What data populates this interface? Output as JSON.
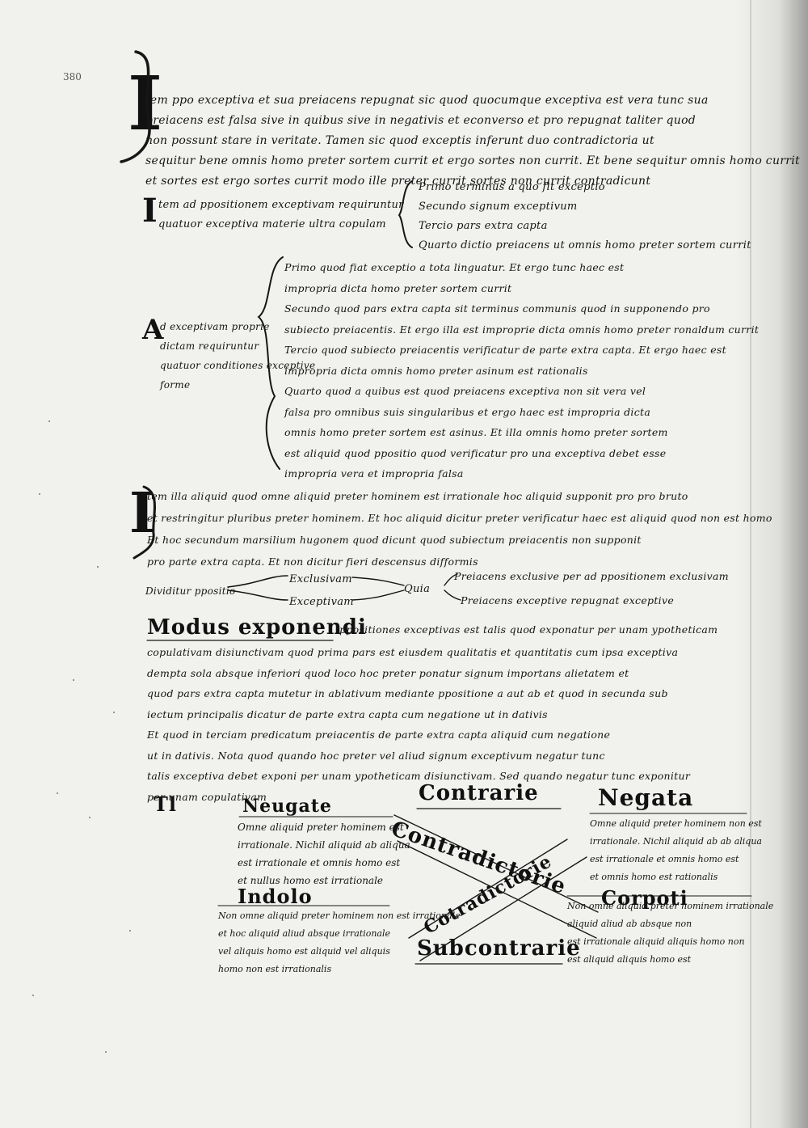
{
  "folio": "380",
  "para1": {
    "initial": "I",
    "lines": [
      "tem ppo exceptiva et sua preiacens repugnat sic quod quocumque exceptiva est vera tunc sua",
      "preiacens est falsa sive in quibus sive in negativis et econverso et pro repugnat taliter quod",
      "non possunt stare in veritate. Tamen sic quod exceptis inferunt duo contradictoria ut",
      "sequitur bene omnis homo preter sortem currit et ergo sortes non currit. Et bene sequitur omnis homo currit",
      "et sortes est ergo sortes currit modo ille preter currit sortes non currit contradicunt"
    ]
  },
  "para2": {
    "initial": "I",
    "left_lines": [
      "tem ad ppositionem exceptivam requiruntur",
      "quatuor exceptiva materie ultra copulam"
    ],
    "right_lines": [
      "Primo terminus a quo fit exceptio",
      "Secundo signum exceptivum",
      "Tercio pars extra capta",
      "Quarto dictio preiacens ut omnis homo preter sortem currit"
    ]
  },
  "para3": {
    "initial": "A",
    "left_lines": [
      "d exceptivam proprie",
      "dictam requiruntur",
      "quatuor conditiones exceptive",
      "forme"
    ],
    "right_lines": [
      "Primo quod fiat exceptio a tota linguatur. Et ergo tunc haec est",
      "impropria dicta homo preter sortem currit",
      "Secundo quod pars extra capta sit terminus communis quod in supponendo pro",
      "subiecto preiacentis. Et ergo illa est improprie dicta omnis homo preter ronaldum currit",
      "Tercio quod subiecto preiacentis verificatur de parte extra capta. Et ergo haec est",
      "impropria dicta omnis homo preter asinum est rationalis",
      "Quarto quod a quibus est quod preiacens exceptiva non sit vera vel",
      "falsa pro omnibus suis singularibus et ergo haec est impropria dicta",
      "omnis homo preter sortem est asinus. Et illa omnis homo preter sortem",
      "est aliquid quod ppositio quod verificatur pro una exceptiva debet esse",
      "impropria vera et impropria falsa"
    ]
  },
  "para4": {
    "initial": "I",
    "lines": [
      "tem illa aliquid quod omne aliquid preter hominem est irrationale hoc aliquid supponit pro pro bruto",
      "et restringitur pluribus preter hominem. Et hoc aliquid dicitur preter verificatur haec est aliquid quod non est homo",
      "Et hoc secundum marsilium hugonem quod dicunt quod subiectum preiacentis non supponit",
      "pro parte extra capta. Et non dicitur fieri descensus difformis"
    ]
  },
  "division": {
    "left": "Dividitur ppositio",
    "branch_top": "Exclusivam",
    "branch_bottom": "Exceptivam",
    "middle": "Quia",
    "right_top": "Preiacens exclusive per ad ppositionem exclusivam",
    "right_bottom": "Preiacens exceptive repugnat exceptive"
  },
  "modus": {
    "heading": "Modus exponendi",
    "lines": [
      "ppositiones exceptivas est talis quod exponatur per unam ypotheticam",
      "copulativam disiunctivam quod prima pars est eiusdem qualitatis et quantitatis cum ipsa exceptiva",
      "dempta sola absque inferiori quod loco hoc preter ponatur signum importans alietatem et",
      "quod pars extra capta mutetur in ablativum mediante ppositione a aut ab et quod in secunda sub",
      "iectum principalis dicatur de parte extra capta cum negatione ut in dativis",
      "Et quod in terciam predicatum preiacentis de parte extra capta aliquid cum negatione",
      "ut in dativis. Nota quod quando hoc preter vel aliud signum exceptivum negatur tunc",
      "talis exceptiva debet exponi per unam ypotheticam disiunctivam. Sed quando negatur tunc exponitur",
      "per unam copulativam"
    ]
  },
  "square": {
    "corner_mark": "Tl",
    "top_left_label": "Neugate",
    "top_left_lines": [
      "Omne aliquid preter hominem est",
      "irrationale. Nichil aliquid ab aliqua",
      "est irrationale et omnis homo est",
      "et nullus homo est irrationale"
    ],
    "top_right_label": "Negata",
    "top_right_lines": [
      "Omne aliquid preter hominem non est",
      "irrationale. Nichil aliquid ab ab aliqua",
      "est irrationale et omnis homo est",
      "et omnis homo est rationalis"
    ],
    "bottom_left_label": "Indolo",
    "bottom_left_lines": [
      "Non omne aliquid preter hominem non est irrationale",
      "et hoc aliquid aliud absque irrationale",
      "vel aliquis homo est aliquid vel aliquis",
      "homo non est irrationalis"
    ],
    "bottom_right_label": "Corpoti",
    "bottom_right_lines": [
      "Non omne aliquid preter hominem irrationale",
      "aliquid aliud ab absque non",
      "est irrationale aliquid aliquis homo non",
      "est aliquid aliquis homo est"
    ],
    "contrarie": "Contrarie",
    "contradictorie_a": "Contradictorie",
    "contradictorie_b": "Cotradictorie",
    "subcontrarie": "Subcontrarie"
  }
}
